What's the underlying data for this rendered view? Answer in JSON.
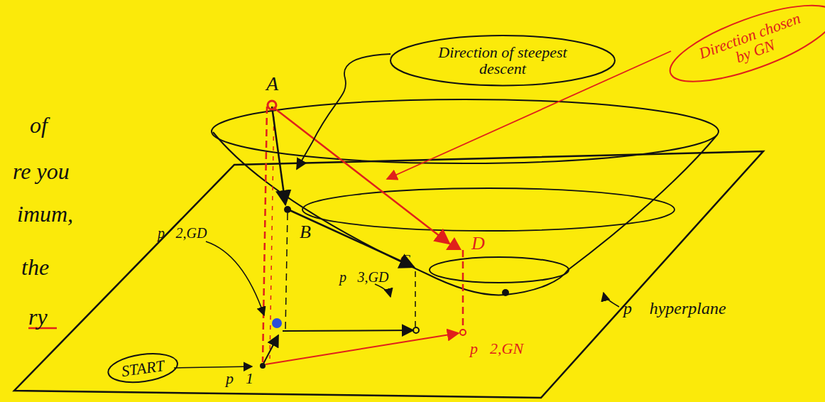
{
  "diagram": {
    "nodes": [
      {
        "text": [
          "Direction of steepest descent"
        ]
      },
      {
        "text": [
          "Direction chosen by GN"
        ]
      },
      {
        "text": [
          "START"
        ]
      }
    ],
    "labels": [
      "A",
      "B",
      "C",
      "D",
      "p⃗2,GD",
      "p⃗3,GD",
      "p⃗1",
      "p⃗2,GN",
      "p⃗ hyperplane",
      "of",
      "re you",
      "imum,",
      "the",
      "ry"
    ]
  }
}
